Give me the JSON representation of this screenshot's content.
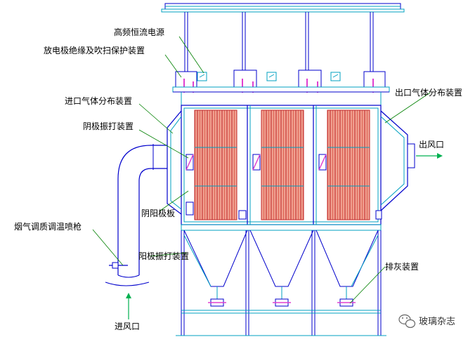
{
  "labels": {
    "hv_power": "高频恒流电源",
    "insulation_purge": "放电极绝缘及吹扫保护装置",
    "inlet_distribution": "进口气体分布装置",
    "cathode_rapping": "阴极振打装置",
    "outlet_distribution": "出口气体分布装置",
    "outlet_air": "出风口",
    "electrodes": "阴阳极板",
    "flue_gas_gun": "烟气调质调温喷枪",
    "anode_rapping": "阳极振打装置",
    "ash_discharge": "排灰装置",
    "inlet_air": "进风口"
  },
  "watermark": {
    "text": "玻璃杂志",
    "icon": "wechat-icon"
  },
  "colors": {
    "steel": "#0000cc",
    "frame": "#00a0c0",
    "plates": "#e88878",
    "plate_lines": "#c0282a",
    "accent": "#e040d0",
    "leader": "#008000",
    "arrow": "#00b050"
  }
}
